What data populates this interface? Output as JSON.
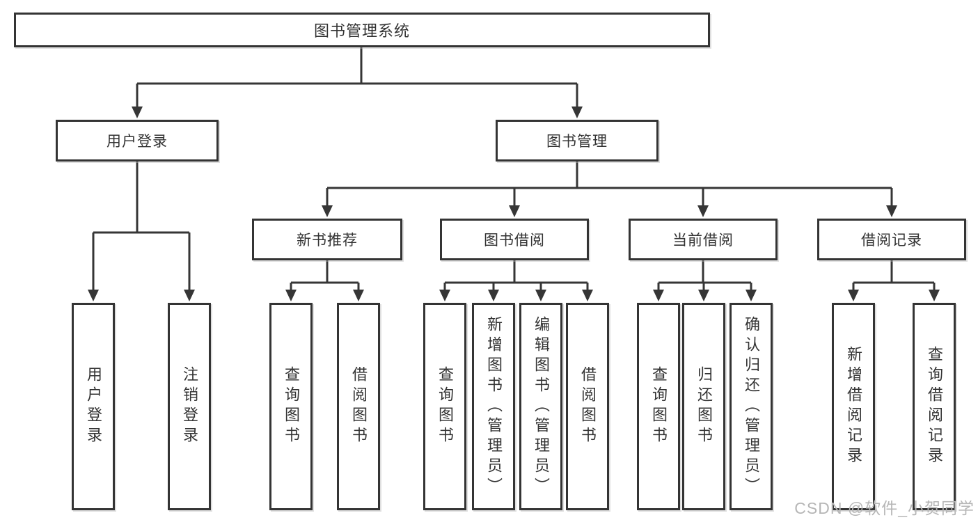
{
  "diagram": {
    "root_label": "图书管理系统",
    "level2": {
      "user_login": "用户登录",
      "book_management": "图书管理"
    },
    "level3": {
      "new_book_recommend": "新书推荐",
      "book_borrowing": "图书借阅",
      "current_borrowing": "当前借阅",
      "borrowing_records": "借阅记录"
    },
    "leaves": {
      "user_login": [
        "用户登录",
        "注销登录"
      ],
      "new_book_recommend": [
        "查询图书",
        "借阅图书"
      ],
      "book_borrowing": [
        "查询图书",
        "新增图书（管理员）",
        "编辑图书（管理员）",
        "借阅图书"
      ],
      "current_borrowing": [
        "查询图书",
        "归还图书",
        "确认归还（管理员）"
      ],
      "borrowing_records": [
        "新增借阅记录",
        "查询借阅记录"
      ]
    }
  },
  "watermark": {
    "text": "CSDN @软件_小贺同学",
    "color": "#b6b6b6"
  },
  "colors": {
    "line": "#363636",
    "border": "#343434",
    "text": "#333333",
    "background": "#ffffff"
  }
}
